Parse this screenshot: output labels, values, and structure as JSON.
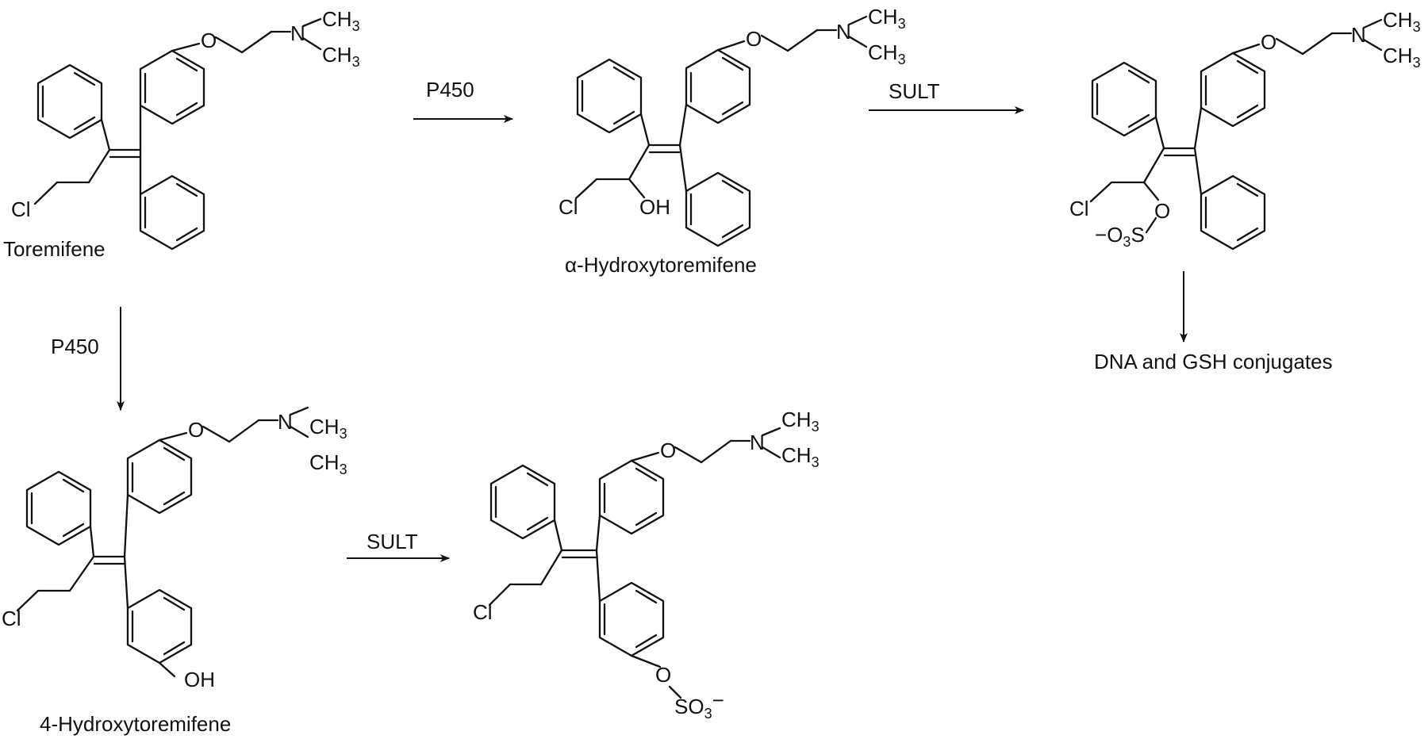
{
  "compounds": {
    "toremifene": {
      "name": "Toremifene",
      "atoms": {
        "o": "O",
        "n": "N",
        "me1": "CH",
        "me1_sub": "3",
        "me2": "CH",
        "me2_sub": "3",
        "cl": "Cl"
      }
    },
    "alpha_hydroxy": {
      "name": "α-Hydroxytoremifene",
      "atoms": {
        "o": "O",
        "n": "N",
        "me1": "CH",
        "me1_sub": "3",
        "me2": "CH",
        "me2_sub": "3",
        "cl": "Cl",
        "oh": "OH"
      }
    },
    "alpha_sulfate": {
      "atoms": {
        "o": "O",
        "n": "N",
        "me1": "CH",
        "me1_sub": "3",
        "me2": "CH",
        "me2_sub": "3",
        "cl": "Cl",
        "o_link": "O",
        "charge": "−",
        "o3": "O",
        "o3_sub": "3",
        "s": "S"
      }
    },
    "hydroxy4": {
      "name": "4-Hydroxytoremifene",
      "atoms": {
        "o": "O",
        "n": "N",
        "me1": "CH",
        "me1_sub": "3",
        "me2": "CH",
        "me2_sub": "3",
        "cl": "Cl",
        "oh": "OH"
      }
    },
    "sulfate4": {
      "atoms": {
        "o": "O",
        "n": "N",
        "me1": "CH",
        "me1_sub": "3",
        "me2": "CH",
        "me2_sub": "3",
        "cl": "Cl",
        "o_link": "O",
        "so3": "SO",
        "so3_sub": "3",
        "charge": "−"
      }
    }
  },
  "arrows": {
    "p450_alpha": "P450",
    "sult_alpha": "SULT",
    "p450_4": "P450",
    "sult_4": "SULT"
  },
  "products": {
    "conjugates": "DNA and GSH conjugates"
  }
}
